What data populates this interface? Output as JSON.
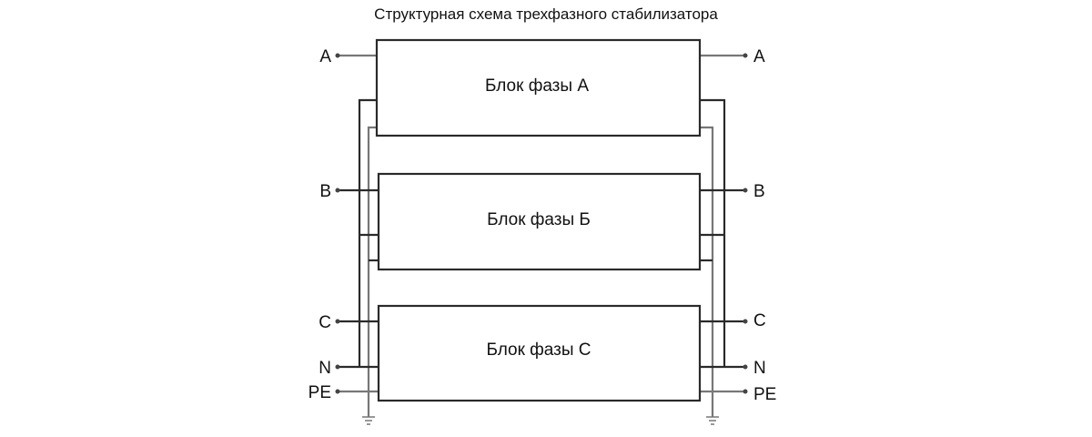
{
  "title": "Структурная схема трехфазного стабилизатора",
  "blocks": [
    {
      "label": "Блок фазы А"
    },
    {
      "label": "Блок фазы Б"
    },
    {
      "label": "Блок фазы С"
    }
  ],
  "terminals_left": [
    "A",
    "B",
    "C",
    "N",
    "PE"
  ],
  "terminals_right": [
    "A",
    "B",
    "C",
    "N",
    "PE"
  ]
}
